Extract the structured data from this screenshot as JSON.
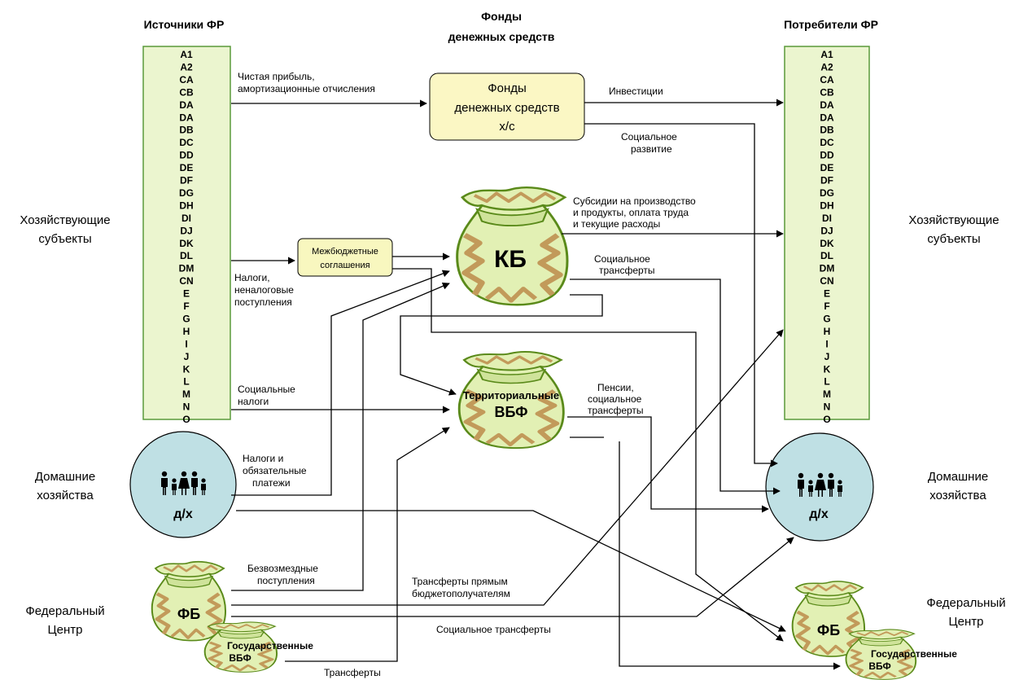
{
  "headers": {
    "sources": "Источники ФР",
    "funds_l1": "Фонды",
    "funds_l2": "денежных средств",
    "consumers": "Потребители ФР"
  },
  "side_labels": {
    "economic_entities_l1": "Хозяйствующие",
    "economic_entities_l2": "субъекты",
    "households_l1": "Домашние",
    "households_l2": "хозяйства",
    "federal_center_l1": "Федеральный",
    "federal_center_l2": "Центр"
  },
  "codes": [
    "A1",
    "A2",
    "CA",
    "CB",
    "DA",
    "DA",
    "DB",
    "DC",
    "DD",
    "DE",
    "DF",
    "DG",
    "DH",
    "DI",
    "DJ",
    "DK",
    "DL",
    "DM",
    "CN",
    "E",
    "F",
    "G",
    "H",
    "I",
    "J",
    "K",
    "L",
    "M",
    "N",
    "O"
  ],
  "nodes": {
    "funds_box_l1": "Фонды",
    "funds_box_l2": "денежных средств",
    "funds_box_l3": "х/с",
    "interbudget_l1": "Межбюджетные",
    "interbudget_l2": "соглашения",
    "kb": "КБ",
    "territorial_vbf_l1": "Территориальные",
    "territorial_vbf_l2": "ВБФ",
    "household": "д/х",
    "fb": "ФБ",
    "state_vbf_l1": "Государственные",
    "state_vbf_l2": "ВБФ"
  },
  "flows": {
    "net_profit_l1": "Чистая прибыль,",
    "net_profit_l2": "амортизационные отчисления",
    "investments": "Инвестиции",
    "social_dev_l1": "Социальное",
    "social_dev_l2": "развитие",
    "subsidies_l1": "Субсидии на производство",
    "subsidies_l2": "и продукты, оплата труда",
    "subsidies_l3": "и текущие расходы",
    "taxes_l1": "Налоги,",
    "taxes_l2": "неналоговые",
    "taxes_l3": "поступления",
    "social_transfers_l1": "Социальное",
    "social_transfers_l2": "трансферты",
    "social_taxes_l1": "Социальные",
    "social_taxes_l2": "налоги",
    "pensions_l1": "Пенсии,",
    "pensions_l2": "социальное",
    "pensions_l3": "трансферты",
    "hh_taxes_l1": "Налоги и",
    "hh_taxes_l2": "обязательные",
    "hh_taxes_l3": "платежи",
    "gratuitous_l1": "Безвозмездные",
    "gratuitous_l2": "поступления",
    "direct_transfers_l1": "Трансферты прямым",
    "direct_transfers_l2": "бюджетополучателям",
    "fb_social_transfers": "Социальное трансферты",
    "transfers": "Трансферты"
  },
  "colors": {
    "column_fill": "#ebf5cf",
    "column_border": "#5a9a3a",
    "funds_fill": "#fbf7c4",
    "interbudget_fill": "#f8f7bf",
    "household_fill": "#bfe0e4",
    "bag_fill": "#e2f0b4",
    "bag_border": "#5a8a1a",
    "bag_stripe": "#c29a5a"
  },
  "icons": {
    "bag": "money-bag-icon",
    "family": "family-icon"
  }
}
